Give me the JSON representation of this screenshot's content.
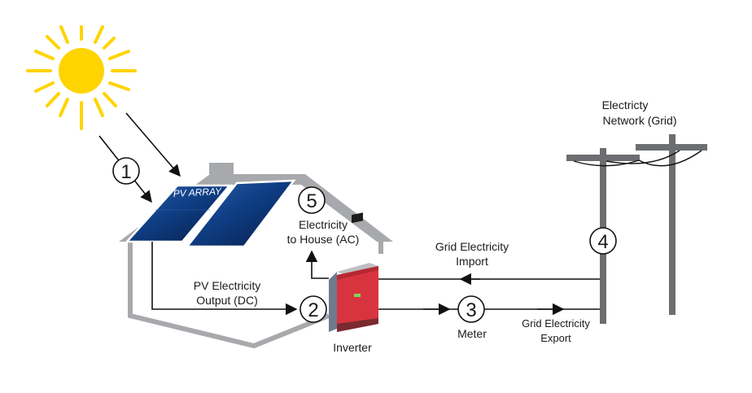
{
  "labels": {
    "pv_array": "PV ARRAY",
    "electricity_house_1": "Electricity",
    "electricity_house_2": "to House (AC)",
    "pv_output_1": "PV Electricity",
    "pv_output_2": "Output (DC)",
    "inverter": "Inverter",
    "meter": "Meter",
    "grid_import_1": "Grid Electricity",
    "grid_import_2": "Import",
    "grid_export_1": "Grid Electricity",
    "grid_export_2": "Export",
    "network_1": "Electricty",
    "network_2": "Network (Grid)"
  },
  "steps": [
    "1",
    "2",
    "3",
    "4",
    "5"
  ],
  "colors": {
    "sun": "#FFD400",
    "house_outline": "#A7A9AC",
    "panel": "#0D3B7A",
    "inverter_red": "#D8343F",
    "inverter_side": "#6E7A8E",
    "pole": "#6D6E71"
  }
}
